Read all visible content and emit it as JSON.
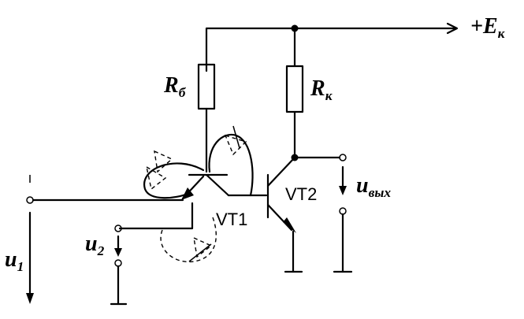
{
  "labels": {
    "supply": "+E",
    "supply_sub": "к",
    "rb": "R",
    "rb_sub": "б",
    "rk": "R",
    "rk_sub": "к",
    "vt1": "VT1",
    "vt2": "VT2",
    "u1": "u",
    "u1_sub": "1",
    "u2": "u",
    "u2_sub": "2",
    "uout": "u",
    "uout_sub": "вых"
  }
}
